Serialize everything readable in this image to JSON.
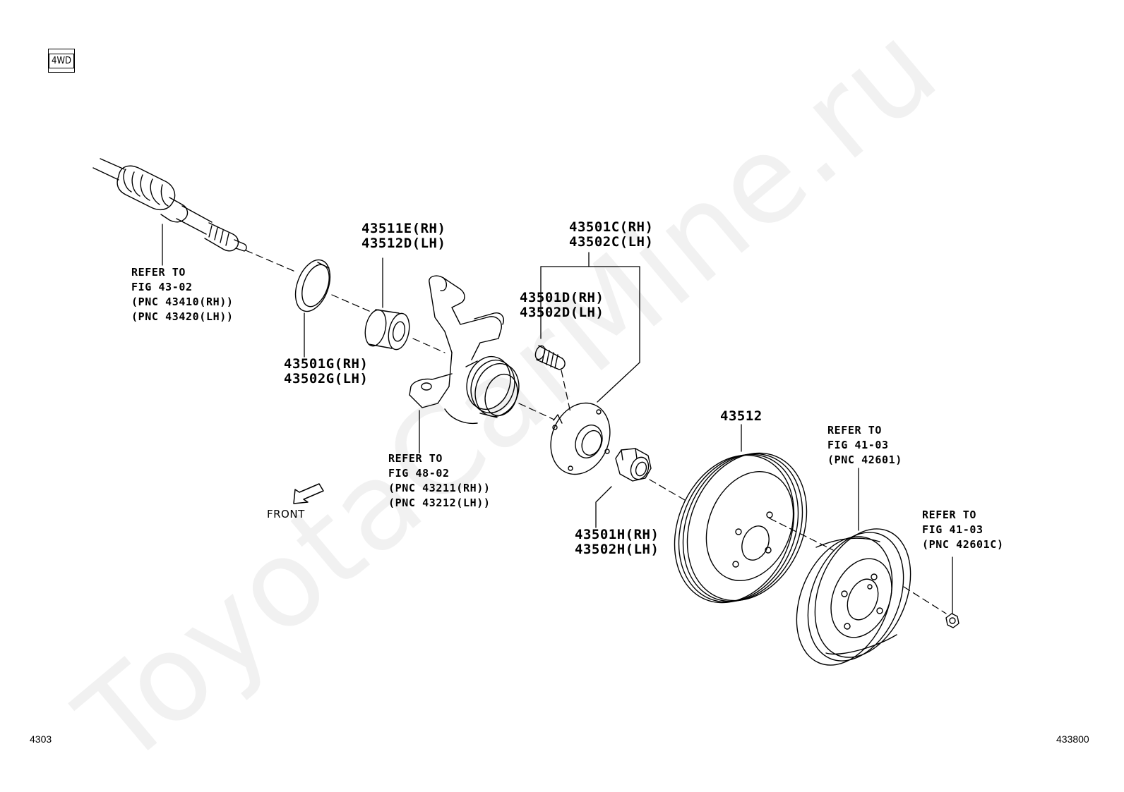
{
  "badge": "4WD",
  "watermark": "ToyotaCarMine.ru",
  "front_label": "FRONT",
  "page_left": "4303",
  "page_right": "433800",
  "callouts": {
    "drive_shaft": {
      "l1": "REFER TO",
      "l2": "FIG 43-02",
      "l3": "(PNC 43410(RH))",
      "l4": "(PNC 43420(LH))"
    },
    "snap_ring": {
      "l1": "43501G(RH)",
      "l2": "43502G(LH)"
    },
    "bearing": {
      "l1": "43511E(RH)",
      "l2": "43512D(LH)"
    },
    "knuckle": {
      "l1": "REFER TO",
      "l2": "FIG 48-02",
      "l3": "(PNC 43211(RH))",
      "l4": "(PNC 43212(LH))"
    },
    "hub_assy": {
      "l1": "43501C(RH)",
      "l2": "43502C(LH)"
    },
    "hub_bolt": {
      "l1": "43501D(RH)",
      "l2": "43502D(LH)"
    },
    "hub_nut": {
      "l1": "43501H(RH)",
      "l2": "43502H(LH)"
    },
    "disc": {
      "l1": "43512"
    },
    "wheel": {
      "l1": "REFER TO",
      "l2": "FIG 41-03",
      "l3": "(PNC 42601)"
    },
    "wheel_nut": {
      "l1": "REFER TO",
      "l2": "FIG 41-03",
      "l3": "(PNC 42601C)"
    }
  }
}
